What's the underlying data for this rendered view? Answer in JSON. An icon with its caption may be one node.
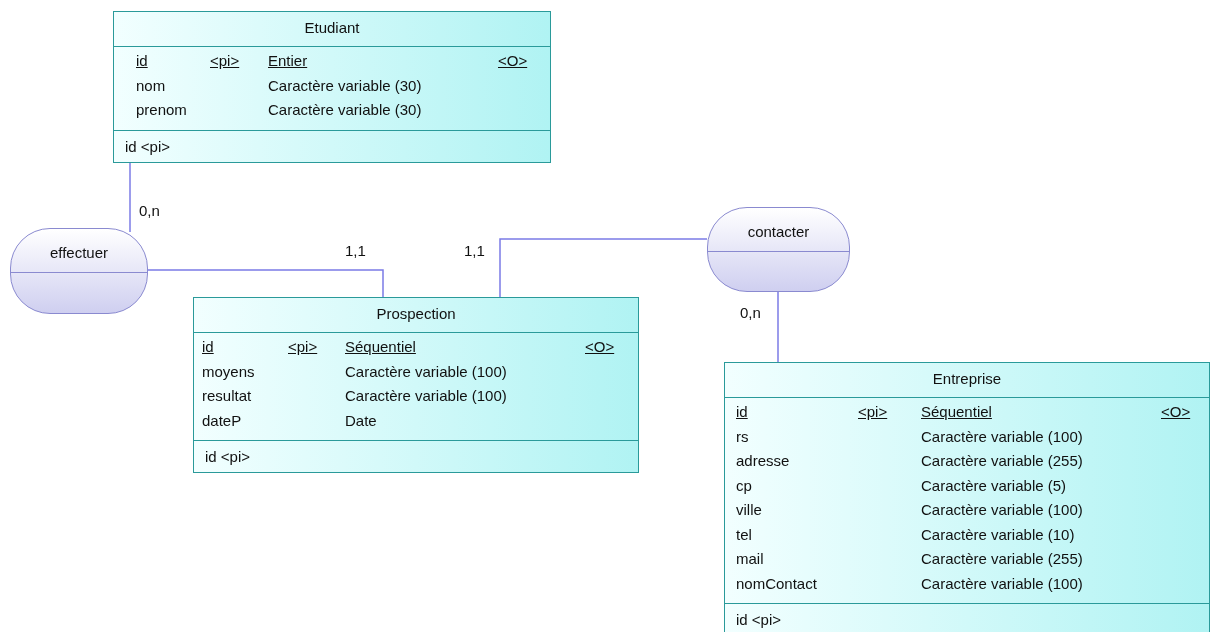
{
  "diagram": {
    "nodes": [
      {
        "text": [
          "Etudiant",
          "id",
          "<pi>",
          "Entier",
          "<O>",
          "nom",
          "Caractère variable (30)",
          "prenom",
          "Caractère variable (30)",
          "id <pi>"
        ]
      },
      {
        "text": [
          "effectuer"
        ]
      },
      {
        "text": [
          "Prospection",
          "id",
          "<pi>",
          "Séquentiel",
          "<O>",
          "moyens",
          "Caractère variable (100)",
          "resultat",
          "Caractère variable (100)",
          "dateP",
          "Date",
          "id <pi>"
        ]
      },
      {
        "text": [
          "contacter"
        ]
      },
      {
        "text": [
          "Entreprise",
          "id",
          "<pi>",
          "Séquentiel",
          "<O>",
          "rs",
          "Caractère variable (100)",
          "adresse",
          "Caractère variable (255)",
          "cp",
          "Caractère variable (5)",
          "ville",
          "Caractère variable (100)",
          "tel",
          "Caractère variable (10)",
          "mail",
          "Caractère variable (255)",
          "nomContact",
          "Caractère variable (100)",
          "id <pi>"
        ]
      }
    ],
    "edges": [
      {
        "from": 0,
        "to": 1,
        "arrow": "none",
        "label": "0,n"
      },
      {
        "from": 1,
        "to": 2,
        "arrow": "none",
        "label": "1,1"
      },
      {
        "from": 2,
        "to": 3,
        "arrow": "none",
        "label": "1,1"
      },
      {
        "from": 3,
        "to": 4,
        "arrow": "none",
        "label": "0,n"
      }
    ]
  }
}
